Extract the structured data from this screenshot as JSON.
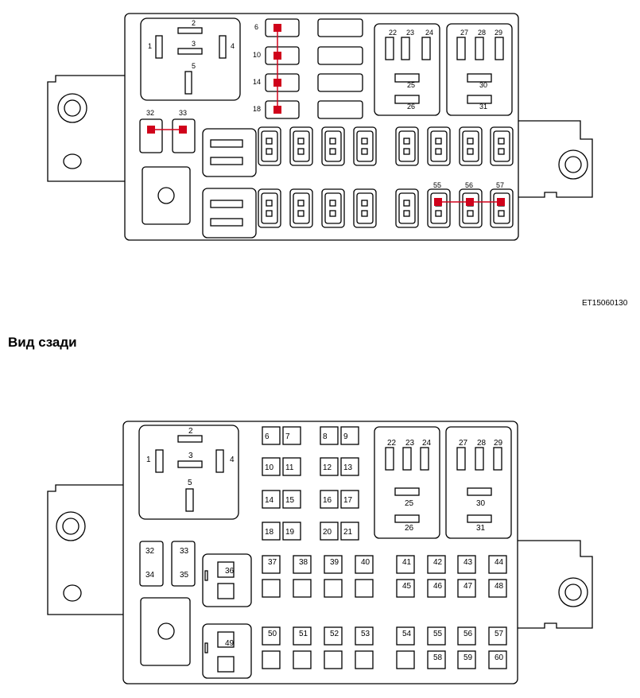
{
  "figure_code": "ET15060130",
  "heading": "Вид сзади",
  "colors": {
    "accent": "#d0021b",
    "stroke": "#000000",
    "shade": "#cccccc"
  },
  "top": {
    "relay_labels": [
      "1",
      "2",
      "3",
      "4",
      "5"
    ],
    "left_fuse_labels": [
      "6",
      "10",
      "14",
      "18"
    ],
    "mini_fuse_labels_a": [
      "22",
      "23",
      "24"
    ],
    "mini_fuse_labels_b": [
      "25",
      "26"
    ],
    "mini_fuse_labels_c": [
      "27",
      "28",
      "29"
    ],
    "mini_fuse_labels_d": [
      "30",
      "31"
    ],
    "small_fuse_labels": [
      "32",
      "33"
    ],
    "maxi_fuse_labels": [
      "55",
      "56",
      "57"
    ]
  },
  "bottom": {
    "relay_labels": [
      "1",
      "2",
      "3",
      "4",
      "5"
    ],
    "fuse_pairs": [
      [
        "6",
        "7"
      ],
      [
        "8",
        "9"
      ],
      [
        "10",
        "11"
      ],
      [
        "12",
        "13"
      ],
      [
        "14",
        "15"
      ],
      [
        "16",
        "17"
      ],
      [
        "18",
        "19"
      ],
      [
        "20",
        "21"
      ]
    ],
    "mini_fuse_labels_a": [
      "22",
      "23",
      "24"
    ],
    "mini_fuse_labels_b": [
      "25",
      "26"
    ],
    "mini_fuse_labels_c": [
      "27",
      "28",
      "29"
    ],
    "mini_fuse_labels_d": [
      "30",
      "31"
    ],
    "small_fuse_labels": [
      "32",
      "33",
      "34",
      "35"
    ],
    "relay_36": "36",
    "relay_49": "49",
    "row_a_top": [
      "37",
      "38",
      "39",
      "40"
    ],
    "row_a_right_top": [
      "41",
      "42",
      "43",
      "44"
    ],
    "row_a_right_bottom": [
      "45",
      "46",
      "47",
      "48"
    ],
    "row_b_top": [
      "50",
      "51",
      "52",
      "53"
    ],
    "row_b_right_top": [
      "54",
      "55",
      "56",
      "57"
    ],
    "row_b_right_bottom": [
      "58",
      "59",
      "60"
    ]
  }
}
